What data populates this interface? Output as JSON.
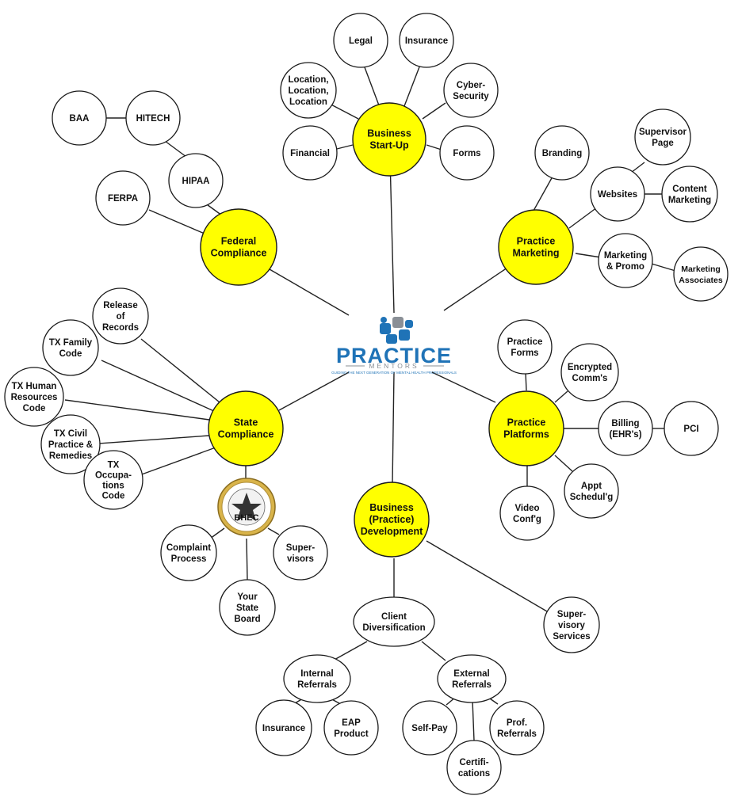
{
  "colors": {
    "hub_fill": "#ffff00",
    "node_fill": "#ffffff",
    "stroke": "#1a1a1a",
    "logo_blue": "#1f73b7",
    "logo_gray": "#8a8f96"
  },
  "logo": {
    "title": "PRACTICE",
    "subtitle": "MENTORS",
    "tagline": "GUIDING THE NEXT GENERATION OF MENTAL HEALTH PROFESSIONALS"
  },
  "seal": {
    "label": "BHEC"
  },
  "hubs": {
    "business_startup": [
      "Business",
      "Start-Up"
    ],
    "federal_compliance": [
      "Federal",
      "Compliance"
    ],
    "practice_marketing": [
      "Practice",
      "Marketing"
    ],
    "state_compliance": [
      "State",
      "Compliance"
    ],
    "practice_platforms": [
      "Practice",
      "Platforms"
    ],
    "business_development": [
      "Business",
      "(Practice)",
      "Development"
    ]
  },
  "nodes": {
    "legal": [
      "Legal"
    ],
    "insurance_startup": [
      "Insurance"
    ],
    "location": [
      "Location,",
      "Location,",
      "Location"
    ],
    "cyber_security": [
      "Cyber-",
      "Security"
    ],
    "financial": [
      "Financial"
    ],
    "forms": [
      "Forms"
    ],
    "baa": [
      "BAA"
    ],
    "hitech": [
      "HITECH"
    ],
    "hipaa": [
      "HIPAA"
    ],
    "ferpa": [
      "FERPA"
    ],
    "branding": [
      "Branding"
    ],
    "supervisor_page": [
      "Supervisor",
      "Page"
    ],
    "websites": [
      "Websites"
    ],
    "content_marketing": [
      "Content",
      "Marketing"
    ],
    "marketing_promo": [
      "Marketing",
      "& Promo"
    ],
    "marketing_associates": [
      "Marketing",
      "Associates"
    ],
    "release_records": [
      "Release",
      "of",
      "Records"
    ],
    "tx_family_code": [
      "TX Family",
      "Code"
    ],
    "tx_human_resources": [
      "TX Human",
      "Resources",
      "Code"
    ],
    "tx_civil": [
      "TX Civil",
      "Practice &",
      "Remedies"
    ],
    "tx_occupations": [
      "TX",
      "Occupa-",
      "tions",
      "Code"
    ],
    "complaint_process": [
      "Complaint",
      "Process"
    ],
    "your_state_board": [
      "Your",
      "State",
      "Board"
    ],
    "supervisors": [
      "Super-",
      "visors"
    ],
    "practice_forms": [
      "Practice",
      "Forms"
    ],
    "encrypted_comms": [
      "Encrypted",
      "Comm's"
    ],
    "billing": [
      "Billing",
      "(EHR's)"
    ],
    "pci": [
      "PCI"
    ],
    "appt_scheduling": [
      "Appt",
      "Schedul'g"
    ],
    "video_conf": [
      "Video",
      "Conf'g"
    ],
    "client_diversification": [
      "Client",
      "Diversification"
    ],
    "supervisory_services": [
      "Super-",
      "visory",
      "Services"
    ],
    "internal_referrals": [
      "Internal",
      "Referrals"
    ],
    "external_referrals": [
      "External",
      "Referrals"
    ],
    "insurance_referral": [
      "Insurance"
    ],
    "eap_product": [
      "EAP",
      "Product"
    ],
    "self_pay": [
      "Self-Pay"
    ],
    "certifications": [
      "Certifi-",
      "cations"
    ],
    "prof_referrals": [
      "Prof.",
      "Referrals"
    ]
  }
}
